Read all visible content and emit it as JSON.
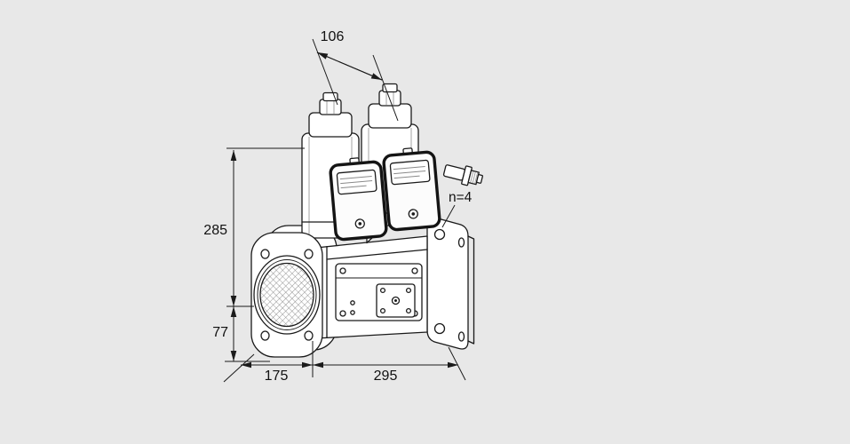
{
  "canvas": {
    "background": "#e8e8e8",
    "ink": "#1a1a1a"
  },
  "dims": {
    "d106": "106",
    "d285": "285",
    "d77": "77",
    "d175": "175",
    "d295": "295"
  },
  "callouts": {
    "holes": "n=4"
  }
}
